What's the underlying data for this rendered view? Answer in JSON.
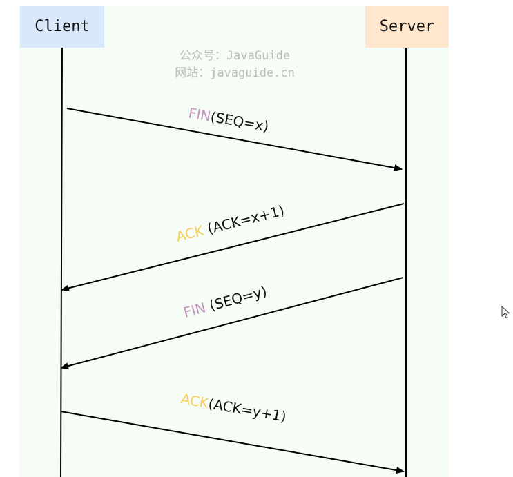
{
  "actors": {
    "client": "Client",
    "server": "Server"
  },
  "watermark": {
    "line1": "公众号：JavaGuide",
    "line2": "网站：javaguide.cn"
  },
  "messages": [
    {
      "flag": "FIN",
      "detail": "(SEQ=x)",
      "direction": "client-to-server"
    },
    {
      "flag": "ACK",
      "detail": " (ACK=x+1)",
      "direction": "server-to-client"
    },
    {
      "flag": "FIN",
      "detail": " (SEQ=y)",
      "direction": "server-to-client"
    },
    {
      "flag": "ACK",
      "detail": "(ACK=y+1)",
      "direction": "client-to-server"
    }
  ],
  "colors": {
    "panel": "#f5fdf6",
    "client_header": "#dae8fc",
    "server_header": "#ffe6cc",
    "fin_flag": "#c496be",
    "ack_flag": "#f7ce5a",
    "line": "#000000"
  },
  "icons": {
    "cursor": "mouse-pointer-icon"
  }
}
